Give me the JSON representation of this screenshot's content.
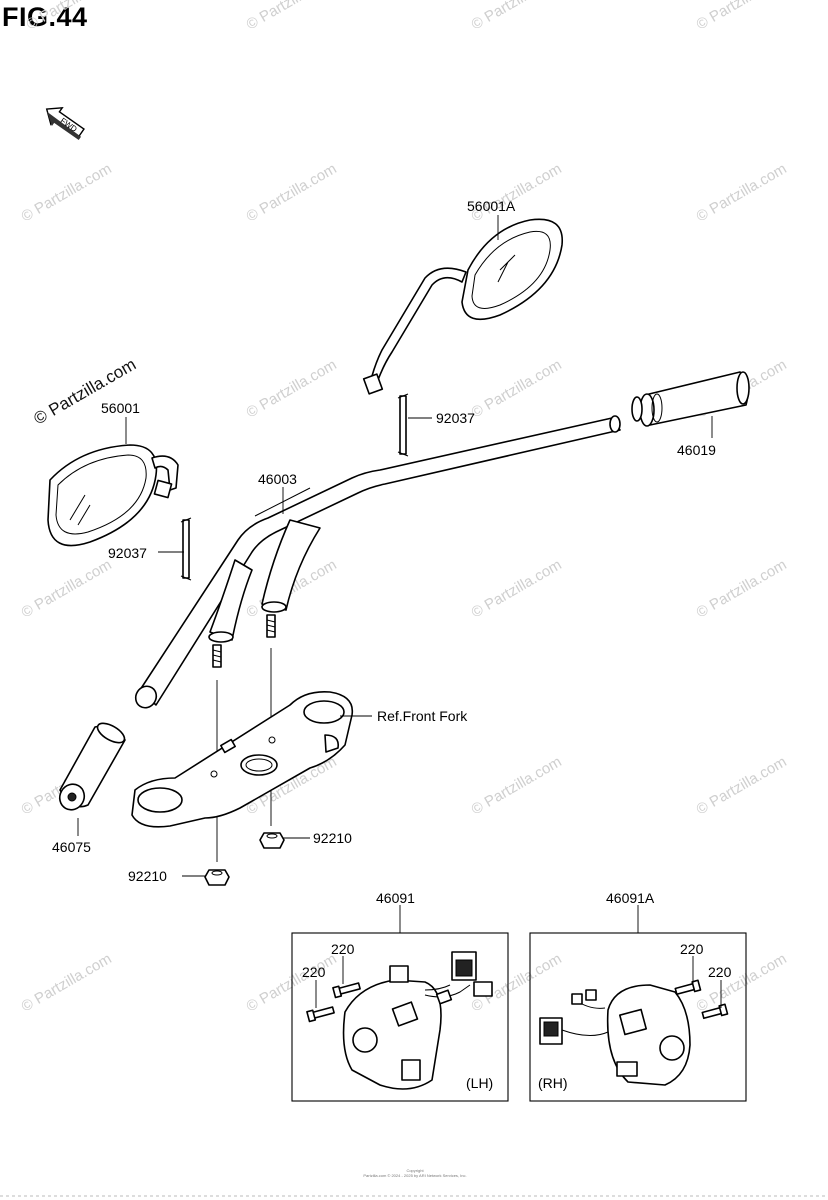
{
  "figure": {
    "title": "FIG.44",
    "fwd_label": "FWD"
  },
  "watermark": {
    "text": "© Partzilla.com",
    "prominent_text": "© Partzilla.com"
  },
  "parts": {
    "mirror_right": "56001A",
    "mirror_left": "56001",
    "clamp_right": "92037",
    "clamp_left": "92037",
    "grip_right": "46019",
    "handlebar": "46003",
    "grip_left": "46075",
    "nut_right": "92210",
    "nut_left": "92210",
    "ref_front_fork": "Ref.Front Fork",
    "switch_lh": "46091",
    "switch_rh": "46091A",
    "screw_lh_1": "220",
    "screw_lh_2": "220",
    "screw_rh_1": "220",
    "screw_rh_2": "220",
    "lh_label": "(LH)",
    "rh_label": "(RH)"
  },
  "footer": {
    "copyright_line1": "Copyright",
    "copyright_line2": "Partzilla.com © 2024 - 2025 by ARI Network Services, Inc."
  }
}
